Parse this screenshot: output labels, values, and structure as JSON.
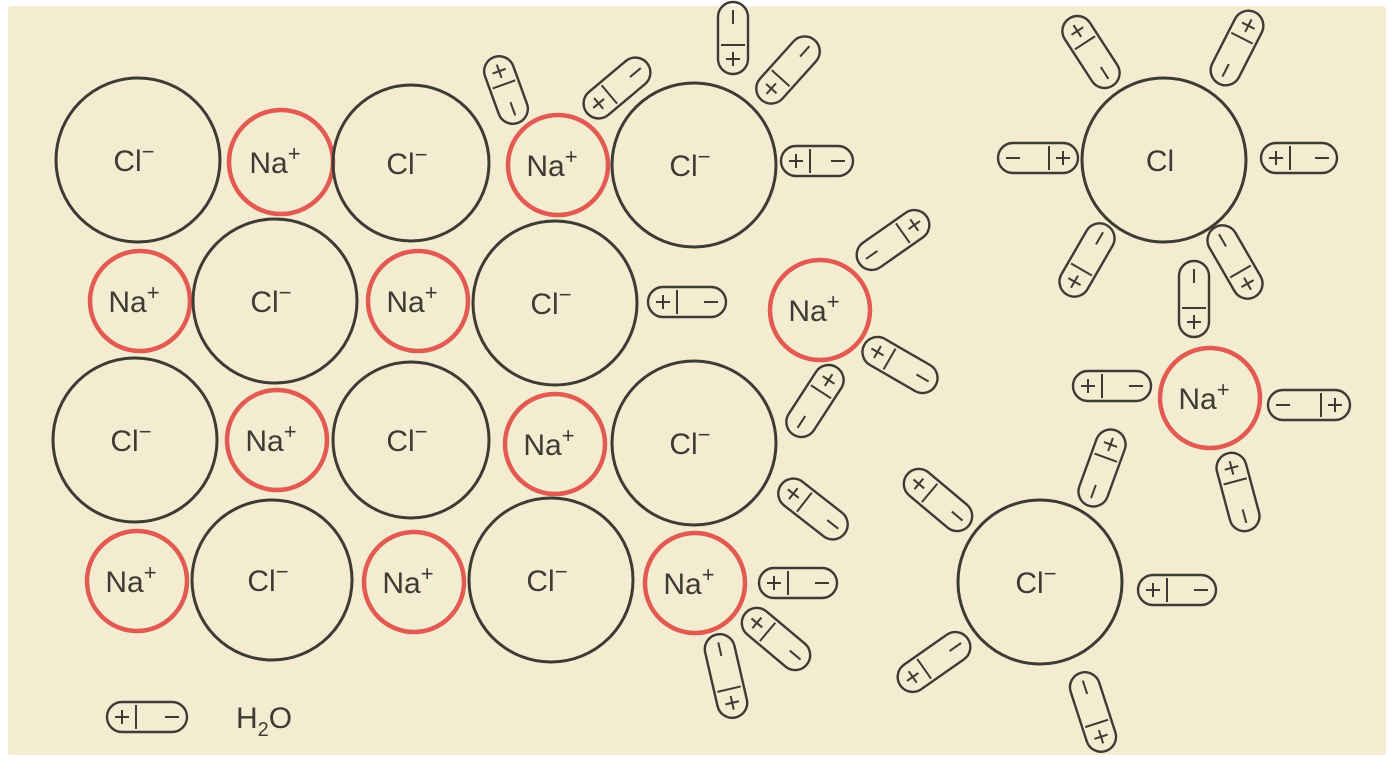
{
  "diagram": {
    "colors": {
      "paper": "#f3ecd1",
      "ink": "#3d3b33",
      "sodium_ring": "#e25a52",
      "chloride_ring": "#3d3b33"
    },
    "labels": {
      "chloride_ion": "Cl",
      "chloride_charge": "−",
      "sodium_ion": "Na",
      "sodium_charge": "+",
      "neutral_chlorine": "Cl"
    },
    "legend": {
      "symbol": "water-dipole",
      "text_main": "H",
      "text_sub": "2",
      "text_end": "O"
    },
    "lattice": {
      "rows": [
        [
          "Cl-",
          "Na+",
          "Cl-",
          "Na+",
          "Cl-"
        ],
        [
          "Na+",
          "Cl-",
          "Na+",
          "Cl-"
        ],
        [
          "Cl-",
          "Na+",
          "Cl-",
          "Na+",
          "Cl-"
        ],
        [
          "Na+",
          "Cl-",
          "Na+",
          "Cl-",
          "Na+"
        ]
      ]
    },
    "free_ions": [
      "Na+",
      "Cl",
      "Na+",
      "Cl-"
    ]
  }
}
